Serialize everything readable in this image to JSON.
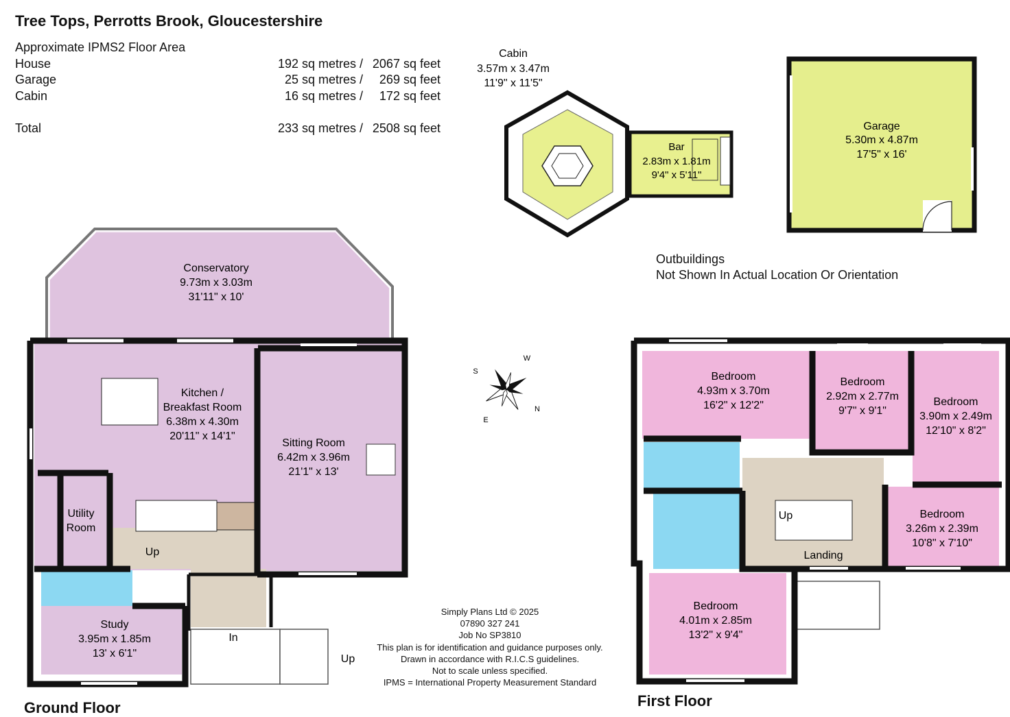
{
  "title": "Tree Tops, Perrotts Brook, Gloucestershire",
  "area_table": {
    "heading": "Approximate IPMS2 Floor Area",
    "rows": [
      {
        "label": "House",
        "sq_metres": "192 sq metres /",
        "sq_feet": "2067 sq feet"
      },
      {
        "label": "Garage",
        "sq_metres": "25 sq metres /",
        "sq_feet": "269 sq feet"
      },
      {
        "label": "Cabin",
        "sq_metres": "16 sq metres /",
        "sq_feet": "172 sq feet"
      }
    ],
    "total": {
      "label": "Total",
      "sq_metres": "233 sq metres /",
      "sq_feet": "2508 sq feet"
    }
  },
  "outbuildings_note": [
    "Outbuildings",
    "Not Shown In Actual Location Or Orientation"
  ],
  "floor_labels": {
    "ground": "Ground Floor",
    "first": "First Floor"
  },
  "compass": {
    "s": "S",
    "w": "W",
    "e": "E",
    "n": "N"
  },
  "credits": [
    "Simply Plans Ltd © 2025",
    "07890 327 241",
    "Job No SP3810",
    "This plan is for identification and guidance purposes only.",
    "Drawn in accordance with R.I.C.S guidelines.",
    "Not to scale unless specified.",
    "IPMS = International Property Measurement Standard"
  ],
  "rooms": {
    "cabin": {
      "name": "Cabin",
      "metric": "3.57m x 3.47m",
      "imperial": "11'9\" x 11'5\""
    },
    "bar": {
      "name": "Bar",
      "metric": "2.83m x 1.81m",
      "imperial": "9'4\" x 5'11\""
    },
    "garage": {
      "name": "Garage",
      "metric": "5.30m x 4.87m",
      "imperial": "17'5\" x 16'"
    },
    "conservatory": {
      "name": "Conservatory",
      "metric": "9.73m x 3.03m",
      "imperial": "31'11\" x 10'"
    },
    "kitchen": {
      "name1": "Kitchen /",
      "name2": "Breakfast Room",
      "metric": "6.38m x 4.30m",
      "imperial": "20'11\" x 14'1\""
    },
    "sitting": {
      "name": "Sitting Room",
      "metric": "6.42m x 3.96m",
      "imperial": "21'1\" x 13'"
    },
    "utility": {
      "name1": "Utility",
      "name2": "Room"
    },
    "study": {
      "name": "Study",
      "metric": "3.95m x 1.85m",
      "imperial": "13' x 6'1\""
    },
    "bed1": {
      "name": "Bedroom",
      "metric": "4.93m x 3.70m",
      "imperial": "16'2\" x 12'2\""
    },
    "bed2": {
      "name": "Bedroom",
      "metric": "2.92m x 2.77m",
      "imperial": "9'7\" x 9'1\""
    },
    "bed3": {
      "name": "Bedroom",
      "metric": "3.90m x 2.49m",
      "imperial": "12'10\" x 8'2\""
    },
    "bed4": {
      "name": "Bedroom",
      "metric": "3.26m x 2.39m",
      "imperial": "10'8\" x 7'10\""
    },
    "bed5": {
      "name": "Bedroom",
      "metric": "4.01m x 2.85m",
      "imperial": "13'2\" x 9'4\""
    },
    "landing": {
      "name": "Landing"
    }
  },
  "labels": {
    "up": "Up",
    "in": "In"
  },
  "colors": {
    "wall": "#111111",
    "conservatory": "#dfc3df",
    "kitchen": "#dfc3df",
    "bedroom": "#f0b6dc",
    "bathroom": "#8cd8f2",
    "hall": "#ddd3c3",
    "outbuilding": "#e5ee8d",
    "cabin_inner": "#e8f08f"
  }
}
